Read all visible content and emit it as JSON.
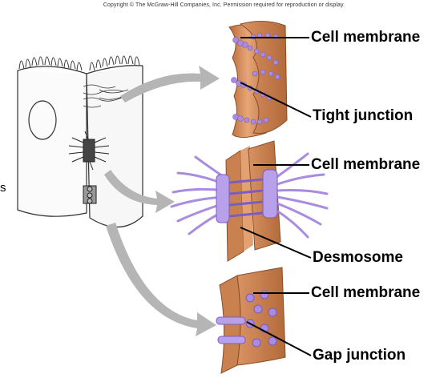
{
  "copyright": "Copyright © The McGraw-Hill Companies, Inc. Permission required for reproduction or display.",
  "edge_character": "s",
  "labels": {
    "tight_cell_membrane": "Cell membrane",
    "tight_junction": "Tight junction",
    "desmo_cell_membrane": "Cell membrane",
    "desmosome": "Desmosome",
    "gap_cell_membrane": "Cell membrane",
    "gap_junction": "Gap junction"
  },
  "colors": {
    "membrane": "#cf8a5a",
    "membrane_dark": "#a55f34",
    "protein": "#a98be0",
    "protein_dark": "#7a5cc4",
    "arrow": "#b5b5b5"
  }
}
